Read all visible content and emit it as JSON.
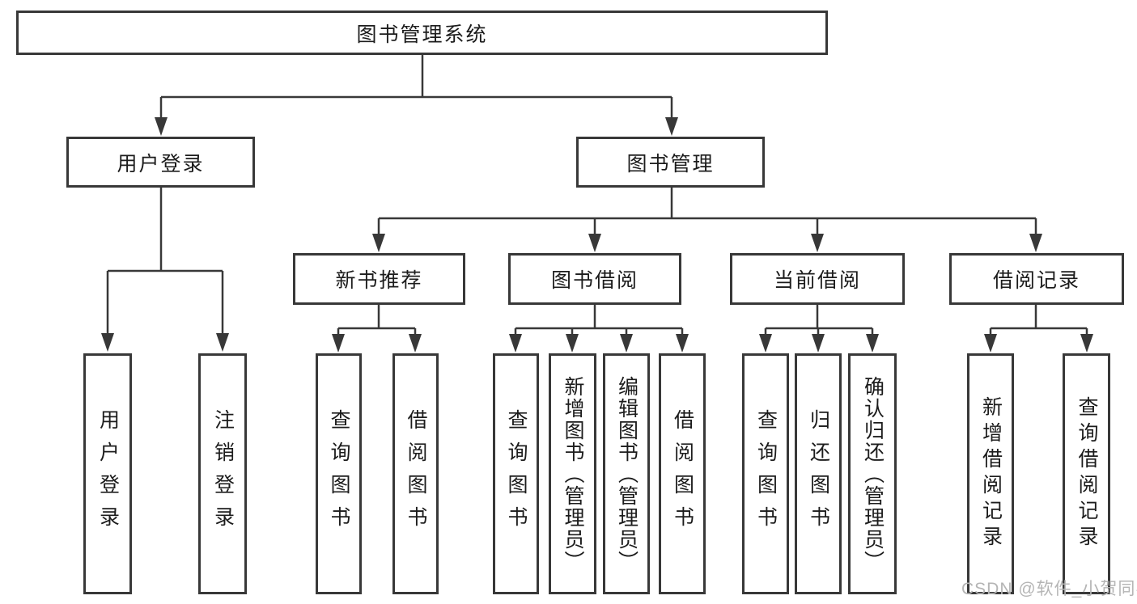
{
  "nodes": {
    "root": "图书管理系统",
    "level2": {
      "user_login": "用户登录",
      "book_mgmt": "图书管理"
    },
    "level3": {
      "new_book_rec": "新书推荐",
      "book_borrow": "图书借阅",
      "current_borrow": "当前借阅",
      "borrow_record": "借阅记录"
    },
    "leaves": {
      "user_login": [
        "用户登录",
        "注销登录"
      ],
      "new_book_rec": [
        "查询图书",
        "借阅图书"
      ],
      "book_borrow": [
        "查询图书",
        "新增图书（管理员）",
        "编辑图书（管理员）",
        "借阅图书"
      ],
      "current_borrow": [
        "查询图书",
        "归还图书",
        "确认归还（管理员）"
      ],
      "borrow_record": [
        "新增借阅记录",
        "查询借阅记录"
      ]
    }
  },
  "watermark": "CSDN @软件_小贺同学",
  "colors": {
    "line": "#383838",
    "box_border": "#383838",
    "text": "#1c1c1c",
    "watermark": "#b5b5b5",
    "background": "#ffffff"
  }
}
